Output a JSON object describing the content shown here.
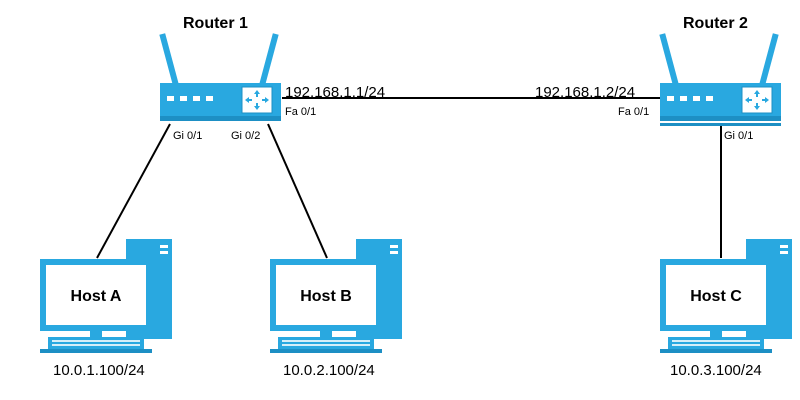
{
  "colors": {
    "device_blue": "#29a8e0",
    "device_dark": "#1d8fc4",
    "line": "#000000",
    "background": "#ffffff"
  },
  "routers": [
    {
      "name": "Router 1",
      "icon": "router-icon",
      "interfaces": {
        "fa": "Fa 0/1",
        "gi1": "Gi 0/1",
        "gi2": "Gi 0/2"
      },
      "link_ip": "192.168.1.1/24"
    },
    {
      "name": "Router 2",
      "icon": "router-icon",
      "interfaces": {
        "fa": "Fa 0/1",
        "gi1": "Gi 0/1"
      },
      "link_ip": "192.168.1.2/24"
    }
  ],
  "hosts": [
    {
      "name": "Host A",
      "ip": "10.0.1.100/24",
      "icon": "computer-icon"
    },
    {
      "name": "Host B",
      "ip": "10.0.2.100/24",
      "icon": "computer-icon"
    },
    {
      "name": "Host C",
      "ip": "10.0.3.100/24",
      "icon": "computer-icon"
    }
  ]
}
